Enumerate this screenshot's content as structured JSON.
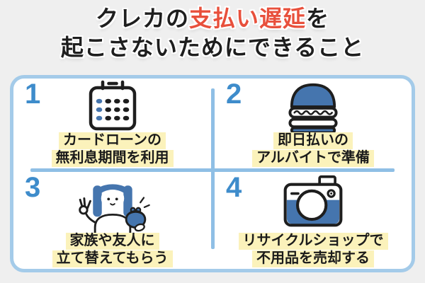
{
  "title": {
    "line1_black_prefix": "クレカの",
    "line1_red": "支払い遅延",
    "line1_black_suffix": "を",
    "line2": "起こさないためにできること"
  },
  "panels": [
    {
      "number": "1",
      "icon": "calendar-icon",
      "caption_line1": "カードローンの",
      "caption_line2": "無利息期間を利用"
    },
    {
      "number": "2",
      "icon": "hamburger-icon",
      "caption_line1": "即日払いの",
      "caption_line2": "アルバイトで準備"
    },
    {
      "number": "3",
      "icon": "person-ok-sign-icon",
      "caption_line1": "家族や友人に",
      "caption_line2": "立て替えてもらう"
    },
    {
      "number": "4",
      "icon": "camera-icon",
      "caption_line1": "リサイクルショップで",
      "caption_line2": "不用品を売却する"
    }
  ],
  "colors": {
    "background": "#EFEFEF",
    "panel_border": "#A4CBE9",
    "divider": "#8FBFE5",
    "number_blue": "#3E8CCB",
    "icon_blue": "#4575AE",
    "highlight_yellow": "#FBF2BB",
    "title_red": "#E8503C",
    "text_black": "#1E1E1E"
  }
}
